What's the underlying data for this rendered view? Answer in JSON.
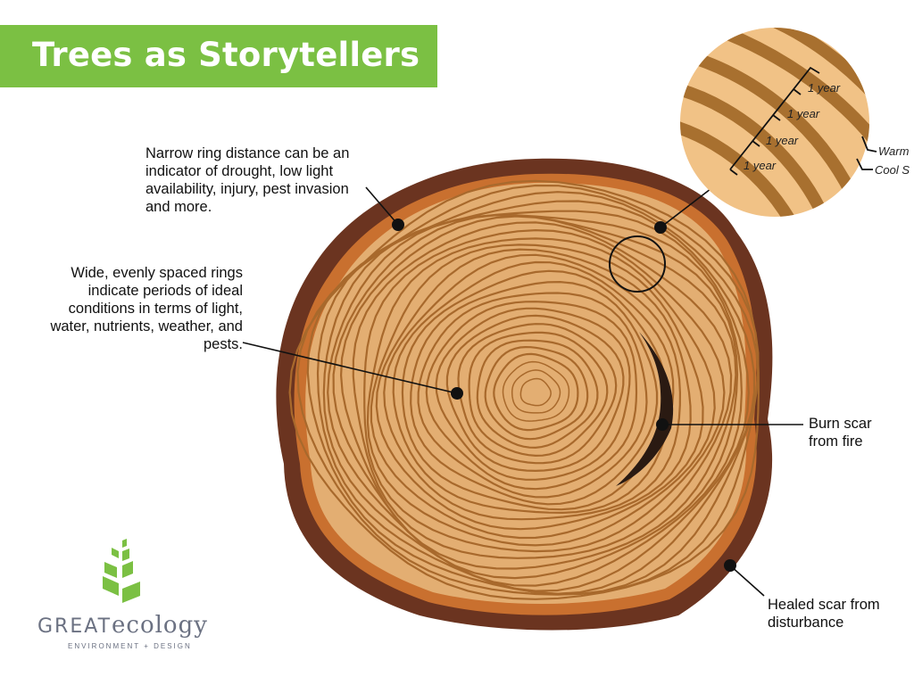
{
  "title": "Trees as Storytellers",
  "annotations": {
    "narrow": "Narrow ring distance can be an indicator of drought, low light availability, injury, pest invasion and more.",
    "wide": "Wide, evenly spaced rings indicate periods of ideal conditions in terms of light, water, nutrients, weather, and pests.",
    "burn": "Burn scar from fire",
    "healed": "Healed scar from disturbance"
  },
  "zoom_inset": {
    "year_labels": [
      "1 year",
      "1 year",
      "1 year",
      "1 year"
    ],
    "warm": "Warm",
    "cool": "Cool S"
  },
  "logo": {
    "brand_bold": "GREAT",
    "brand_light": "ecology",
    "tagline": "ENVIRONMENT + DESIGN"
  },
  "colors": {
    "title_bg": "#7bc043",
    "bark": "#6b3420",
    "sapwood": "#c9702f",
    "wood": "#e3ae72",
    "ring": "#a8692c",
    "inset": "#f1c286",
    "inset_ring": "#a8702f"
  }
}
